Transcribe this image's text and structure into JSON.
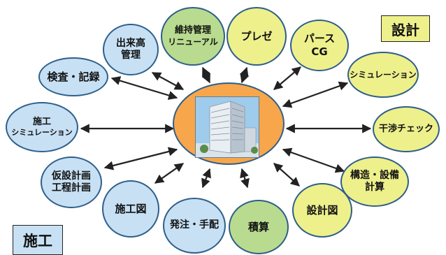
{
  "labels": {
    "design": "設計",
    "construction": "施工"
  },
  "colors": {
    "construction_node": "#c7e0f4",
    "design_node": "#eef08c",
    "maintenance_node": "#b8db8f",
    "center": "#f7a64b",
    "outline": "#2e5f8a"
  },
  "nodes": {
    "inspection_record": [
      "検査・記録"
    ],
    "cost_management": [
      "出来高",
      "管理"
    ],
    "maintenance_renewal": [
      "維持管理",
      "リニューアル"
    ],
    "presentation": [
      "プレゼ"
    ],
    "perspective_cg": [
      "パース",
      "CG"
    ],
    "simulation": [
      "シミュレーション"
    ],
    "interference_check": [
      "干渉チェック"
    ],
    "structure_equipment_calc": [
      "構造・設備",
      "計算"
    ],
    "design_drawing": [
      "設計図"
    ],
    "estimate": [
      "積算"
    ],
    "ordering": [
      "発注・手配"
    ],
    "construction_drawing": [
      "施工図"
    ],
    "temporary_process_plan": [
      "仮設計画",
      "工程計画"
    ],
    "construction_simulation": [
      "施工",
      "シミュレーション"
    ]
  },
  "center": {
    "image": "building-model-image"
  }
}
